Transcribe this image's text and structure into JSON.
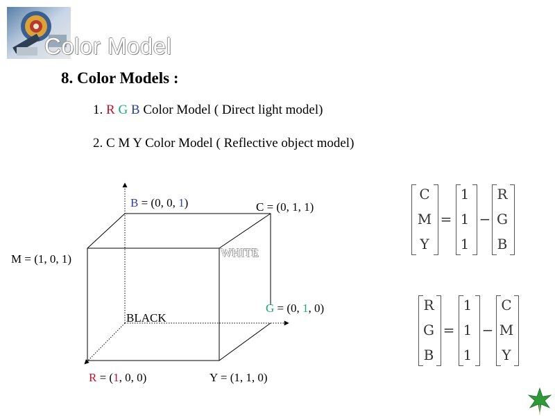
{
  "header": {
    "title": "Color Model"
  },
  "heading": "8. Color Models :",
  "items": [
    {
      "number": "1.",
      "r": "R",
      "g": "G",
      "b": "B",
      "text": "Color Model ( Direct light model)"
    },
    {
      "number": "2.",
      "text": "C M Y Color Model ( Reflective object model)"
    }
  ],
  "cube": {
    "b_prefix": "B",
    "b_eq": " = (0, 0, ",
    "b_one": "1",
    "b_close": ")",
    "c_label": "C = (0, 1, 1)",
    "m_label": "M = (1, 0, 1)",
    "white_label": "WHITE",
    "black_label": "BLACK",
    "g_prefix": "G",
    "g_eq": " = (0, ",
    "g_one": "1",
    "g_close": ", 0)",
    "r_prefix": "R",
    "r_eq": " = (",
    "r_one": "1",
    "r_close": ", 0, 0)",
    "y_label": "Y = (1, 1, 0)"
  },
  "equation1": {
    "left": [
      "C",
      "M",
      "Y"
    ],
    "eq": "=",
    "ones": [
      "1",
      "1",
      "1"
    ],
    "minus": "−",
    "right": [
      "R",
      "G",
      "B"
    ]
  },
  "equation2": {
    "left": [
      "R",
      "G",
      "B"
    ],
    "eq": "=",
    "ones": [
      "1",
      "1",
      "1"
    ],
    "minus": "−",
    "right": [
      "C",
      "M",
      "Y"
    ]
  },
  "colors": {
    "red": "#c0102a",
    "green": "#1aa57f",
    "blue": "#2b3f9c"
  },
  "icons": {
    "header_logo": "color-wheel-photo-icon",
    "footer": "green-leaf-icon"
  }
}
